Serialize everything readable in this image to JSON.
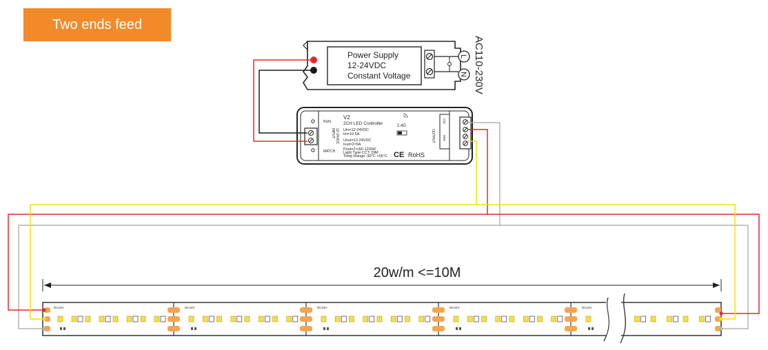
{
  "title": "Two ends feed",
  "power_supply": {
    "lines": [
      "Power Supply",
      "12-24VDC",
      "Constant Voltage"
    ],
    "ac_label": "AC110-230V",
    "terminal_l": "L",
    "terminal_n": "N"
  },
  "controller": {
    "model": "V2",
    "name": "2CH LED Controller",
    "in_specs": [
      "Uin=12-24VDC",
      "Iin=10.5A"
    ],
    "out_specs": [
      "Uout=12-24VDC",
      "Iout=2×5A",
      "Pout=2×(60-120)W",
      "Light Type:CCT, DIM",
      "Temp Range:-30°C  +55°C"
    ],
    "run": "RUN",
    "match": "MATCH",
    "input": "INPUT",
    "input_v": "12-24VDC",
    "output": "OUTPUT",
    "rf": "2.4G",
    "rohs": "RoHS",
    "ce": "CE",
    "out_labels": [
      "CW",
      "WW"
    ]
  },
  "strip": {
    "spec": "20w/m <=10M",
    "segment_label": "DC24V"
  },
  "colors": {
    "accent": "#f28a2a",
    "wire_red": "#e8262a",
    "wire_yellow": "#f5e10a",
    "wire_gray": "#b4b4b4",
    "wire_black": "#1a1a1a"
  }
}
